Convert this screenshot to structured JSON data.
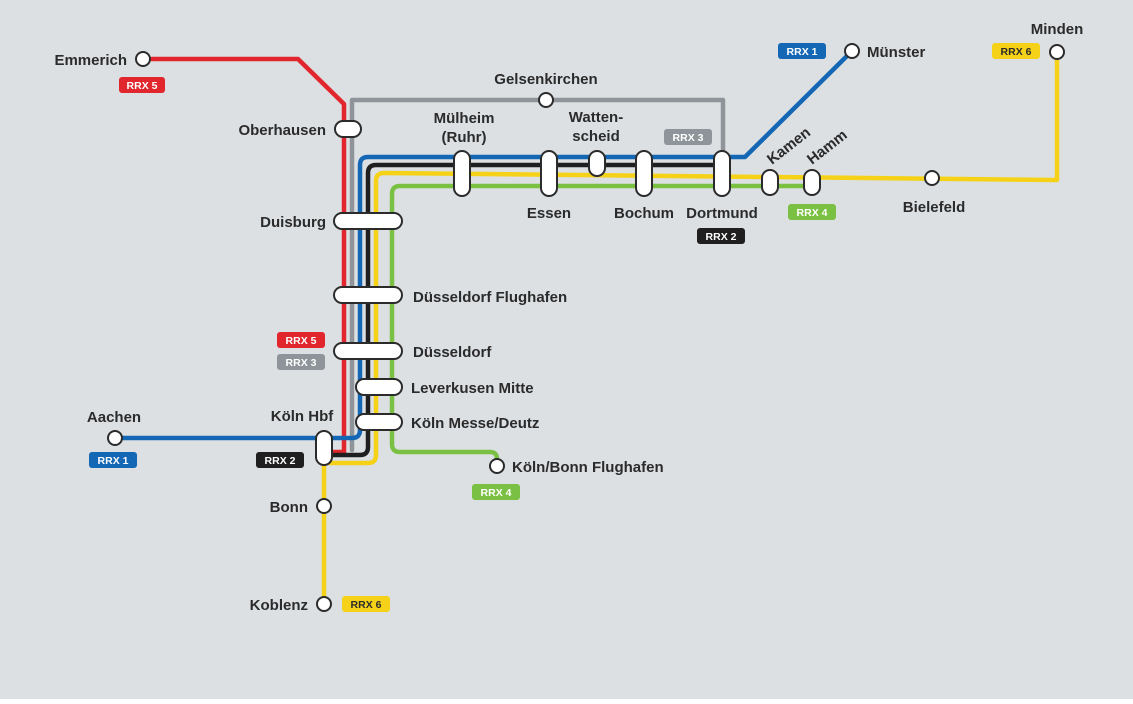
{
  "colors": {
    "background": "#dde0e3",
    "line_rrx1": "#1467b4",
    "line_rrx2": "#1f1f1f",
    "line_rrx3": "#8e9499",
    "line_rrx4": "#7ac143",
    "line_rrx5": "#e1262d",
    "line_rrx6": "#f5d218",
    "station_fill": "#ffffff",
    "station_stroke": "#2b2b2b",
    "label_text": "#2b2b2b"
  },
  "lines": [
    {
      "id": "rrx1",
      "name": "RRX 1",
      "color": "#1467b4"
    },
    {
      "id": "rrx2",
      "name": "RRX 2",
      "color": "#1f1f1f"
    },
    {
      "id": "rrx3",
      "name": "RRX 3",
      "color": "#8e9499"
    },
    {
      "id": "rrx4",
      "name": "RRX 4",
      "color": "#7ac143"
    },
    {
      "id": "rrx5",
      "name": "RRX 5",
      "color": "#e1262d"
    },
    {
      "id": "rrx6",
      "name": "RRX 6",
      "color": "#f5d218"
    }
  ],
  "stations": {
    "emmerich": "Emmerich",
    "oberhausen": "Oberhausen",
    "gelsenkirchen": "Gelsenkirchen",
    "muelheim_l1": "Mülheim",
    "muelheim_l2": "(Ruhr)",
    "wattenscheid_l1": "Watten-",
    "wattenscheid_l2": "scheid",
    "muenster": "Münster",
    "minden": "Minden",
    "duisburg": "Duisburg",
    "essen": "Essen",
    "bochum": "Bochum",
    "dortmund": "Dortmund",
    "kamen": "Kamen",
    "hamm": "Hamm",
    "bielefeld": "Bielefeld",
    "duesseldorf_flughafen": "Düsseldorf Flughafen",
    "duesseldorf": "Düsseldorf",
    "leverkusen": "Leverkusen Mitte",
    "koeln_messe": "Köln Messe/Deutz",
    "koeln_hbf": "Köln Hbf",
    "aachen": "Aachen",
    "koeln_bonn": "Köln/Bonn Flughafen",
    "bonn": "Bonn",
    "koblenz": "Koblenz"
  },
  "badges": {
    "emmerich_rrx5": {
      "text": "RRX 5",
      "color": "#e1262d",
      "text_color": "#ffffff"
    },
    "muenster_rrx1": {
      "text": "RRX 1",
      "color": "#1467b4",
      "text_color": "#ffffff"
    },
    "minden_rrx6": {
      "text": "RRX 6",
      "color": "#f5d218",
      "text_color": "#2b2b2b"
    },
    "dortmund_rrx3": {
      "text": "RRX 3",
      "color": "#8e9499",
      "text_color": "#ffffff"
    },
    "dortmund_rrx2": {
      "text": "RRX 2",
      "color": "#1f1f1f",
      "text_color": "#ffffff"
    },
    "hamm_rrx4": {
      "text": "RRX 4",
      "color": "#7ac143",
      "text_color": "#ffffff"
    },
    "duesseldorf_rrx5": {
      "text": "RRX 5",
      "color": "#e1262d",
      "text_color": "#ffffff"
    },
    "duesseldorf_rrx3": {
      "text": "RRX 3",
      "color": "#8e9499",
      "text_color": "#ffffff"
    },
    "aachen_rrx1": {
      "text": "RRX 1",
      "color": "#1467b4",
      "text_color": "#ffffff"
    },
    "koeln_hbf_rrx2": {
      "text": "RRX 2",
      "color": "#1f1f1f",
      "text_color": "#ffffff"
    },
    "koeln_bonn_rrx4": {
      "text": "RRX 4",
      "color": "#7ac143",
      "text_color": "#ffffff"
    },
    "koblenz_rrx6": {
      "text": "RRX 6",
      "color": "#f5d218",
      "text_color": "#2b2b2b"
    }
  }
}
